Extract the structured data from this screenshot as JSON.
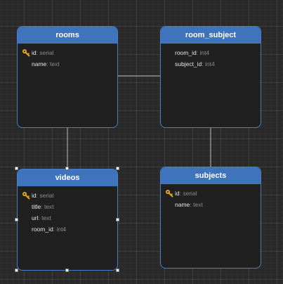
{
  "tables": {
    "rooms": {
      "title": "rooms",
      "fields": [
        {
          "name": "id",
          "type": "serial",
          "primary_key": true
        },
        {
          "name": "name",
          "type": "text",
          "primary_key": false
        }
      ]
    },
    "room_subject": {
      "title": "room_subject",
      "fields": [
        {
          "name": "room_id",
          "type": "int4",
          "primary_key": false
        },
        {
          "name": "subject_id",
          "type": "int4",
          "primary_key": false
        }
      ]
    },
    "videos": {
      "title": "videos",
      "fields": [
        {
          "name": "id",
          "type": "serial",
          "primary_key": true
        },
        {
          "name": "title",
          "type": "text",
          "primary_key": false
        },
        {
          "name": "url",
          "type": "text",
          "primary_key": false
        },
        {
          "name": "room_id",
          "type": "int4",
          "primary_key": false
        }
      ]
    },
    "subjects": {
      "title": "subjects",
      "fields": [
        {
          "name": "id",
          "type": "serial",
          "primary_key": true
        },
        {
          "name": "name",
          "type": "text",
          "primary_key": false
        }
      ]
    }
  },
  "selected_table": "videos",
  "colors": {
    "header": "#3f74bd",
    "border": "#4a7fc4",
    "body": "#202020",
    "canvas": "#2a2a2a",
    "key_icon": "#e8a817",
    "connector": "#bdbdbd"
  }
}
